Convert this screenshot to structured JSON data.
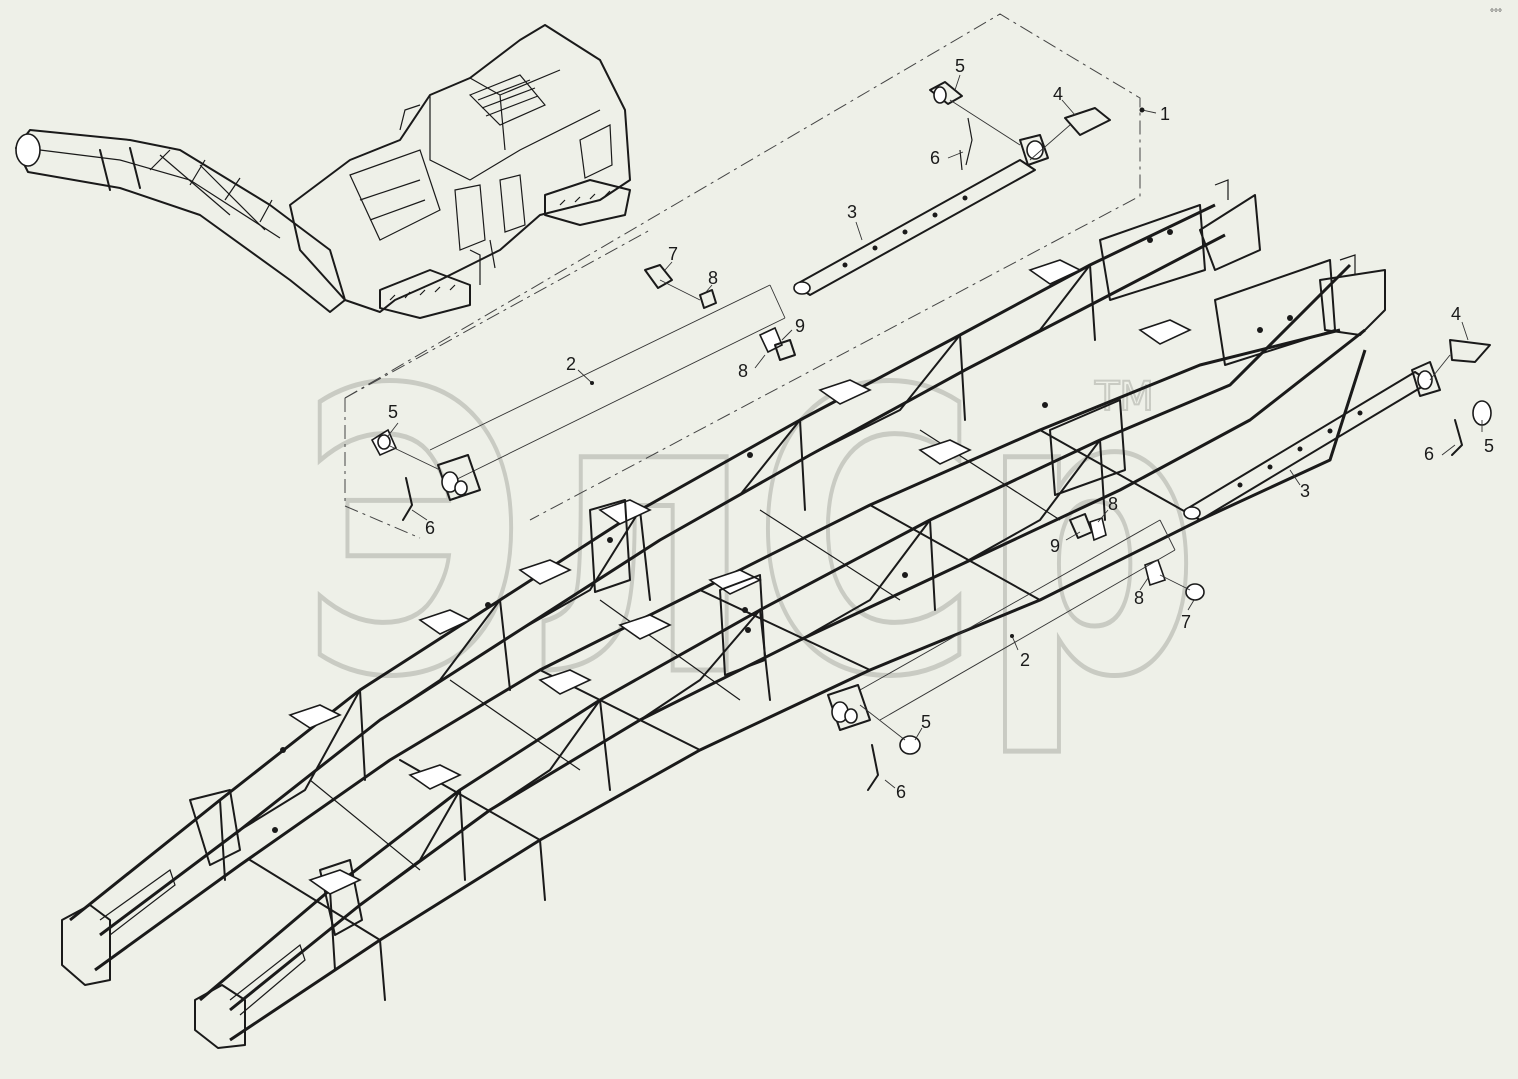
{
  "diagram": {
    "watermark": "ЭлСр",
    "watermark_tm": "TM",
    "corner_mark": "°°°",
    "callouts": [
      {
        "id": "c1",
        "text": "1"
      },
      {
        "id": "c2a",
        "text": "2"
      },
      {
        "id": "c2b",
        "text": "2"
      },
      {
        "id": "c3a",
        "text": "3"
      },
      {
        "id": "c3b",
        "text": "3"
      },
      {
        "id": "c4a",
        "text": "4"
      },
      {
        "id": "c4b",
        "text": "4"
      },
      {
        "id": "c5a",
        "text": "5"
      },
      {
        "id": "c5b",
        "text": "5"
      },
      {
        "id": "c5c",
        "text": "5"
      },
      {
        "id": "c5d",
        "text": "5"
      },
      {
        "id": "c6a",
        "text": "6"
      },
      {
        "id": "c6b",
        "text": "6"
      },
      {
        "id": "c6c",
        "text": "6"
      },
      {
        "id": "c6d",
        "text": "6"
      },
      {
        "id": "c7a",
        "text": "7"
      },
      {
        "id": "c7b",
        "text": "7"
      },
      {
        "id": "c8a",
        "text": "8"
      },
      {
        "id": "c8b",
        "text": "8"
      },
      {
        "id": "c8c",
        "text": "8"
      },
      {
        "id": "c8d",
        "text": "8"
      },
      {
        "id": "c9a",
        "text": "9"
      },
      {
        "id": "c9b",
        "text": "9"
      }
    ]
  }
}
